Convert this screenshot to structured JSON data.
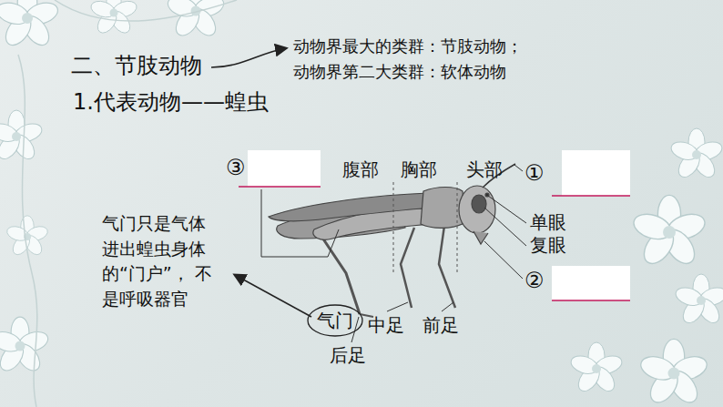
{
  "diagram": {
    "title": "二、节肢动物",
    "nodes": [
      {
        "text": [
          "气门"
        ]
      }
    ],
    "labels": [
      "动物界最大的类群：节肢动物；",
      "动物界第二大类群：软体动物",
      "1.代表动物——蝗虫",
      "③",
      "腹部",
      "胸部",
      "头部",
      "①",
      "单眼",
      "复眼",
      "②",
      "中足",
      "前足",
      "后足",
      "气门只是气体 进出蝗虫身体 的“门户”， 不是呼吸器官"
    ]
  }
}
